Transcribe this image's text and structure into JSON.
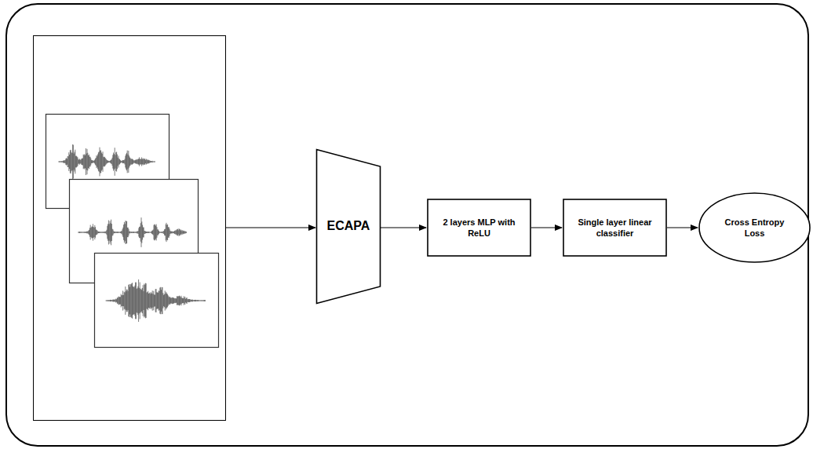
{
  "diagram": {
    "nodes": [
      {
        "text": [
          "ECAPA"
        ]
      },
      {
        "text": [
          "2 layers MLP with ReLU"
        ]
      },
      {
        "text": [
          "Single layer linear classifier"
        ]
      },
      {
        "text": [
          "Cross Entropy Loss"
        ]
      }
    ],
    "edges": [
      {
        "from": 0,
        "to": 1,
        "arrow": "to"
      },
      {
        "from": 1,
        "to": 2,
        "arrow": "to"
      },
      {
        "from": 2,
        "to": 3,
        "arrow": "to"
      }
    ]
  }
}
